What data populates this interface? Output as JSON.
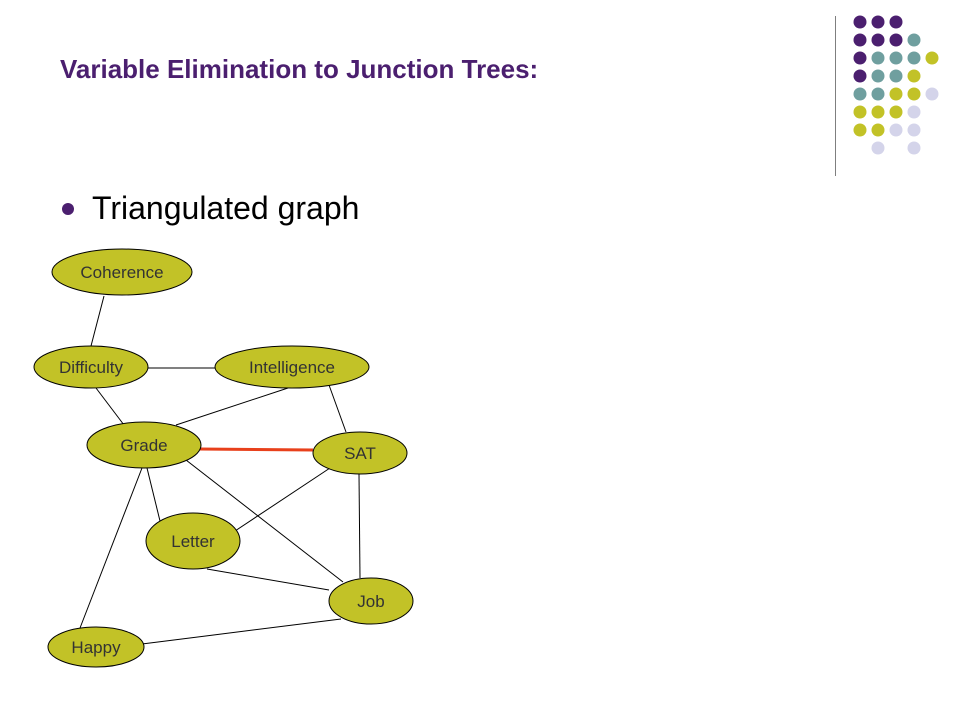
{
  "slide": {
    "title": "Variable Elimination to Junction Trees:",
    "bullet": "Triangulated graph"
  },
  "colors": {
    "title": "#4b1f6f",
    "node_fill": "#c2c227",
    "edge": "#000000",
    "highlight_edge": "#e8401b",
    "dot_purple": "#4b1f6f",
    "dot_teal": "#6f9f9f",
    "dot_olive": "#c2c227",
    "dot_lavender": "#d4d4ea"
  },
  "graph": {
    "nodes": [
      {
        "id": "coherence",
        "label": "Coherence"
      },
      {
        "id": "difficulty",
        "label": "Difficulty"
      },
      {
        "id": "intelligence",
        "label": "Intelligence"
      },
      {
        "id": "grade",
        "label": "Grade"
      },
      {
        "id": "sat",
        "label": "SAT"
      },
      {
        "id": "letter",
        "label": "Letter"
      },
      {
        "id": "job",
        "label": "Job"
      },
      {
        "id": "happy",
        "label": "Happy"
      }
    ],
    "edges": [
      {
        "from": "coherence",
        "to": "difficulty",
        "highlight": false
      },
      {
        "from": "difficulty",
        "to": "intelligence",
        "highlight": false
      },
      {
        "from": "difficulty",
        "to": "grade",
        "highlight": false
      },
      {
        "from": "intelligence",
        "to": "grade",
        "highlight": false
      },
      {
        "from": "intelligence",
        "to": "sat",
        "highlight": false
      },
      {
        "from": "grade",
        "to": "sat",
        "highlight": true
      },
      {
        "from": "grade",
        "to": "letter",
        "highlight": false
      },
      {
        "from": "grade",
        "to": "job",
        "highlight": false
      },
      {
        "from": "grade",
        "to": "happy",
        "highlight": false
      },
      {
        "from": "sat",
        "to": "letter",
        "highlight": false
      },
      {
        "from": "sat",
        "to": "job",
        "highlight": false
      },
      {
        "from": "letter",
        "to": "job",
        "highlight": false
      },
      {
        "from": "job",
        "to": "happy",
        "highlight": false
      }
    ]
  }
}
